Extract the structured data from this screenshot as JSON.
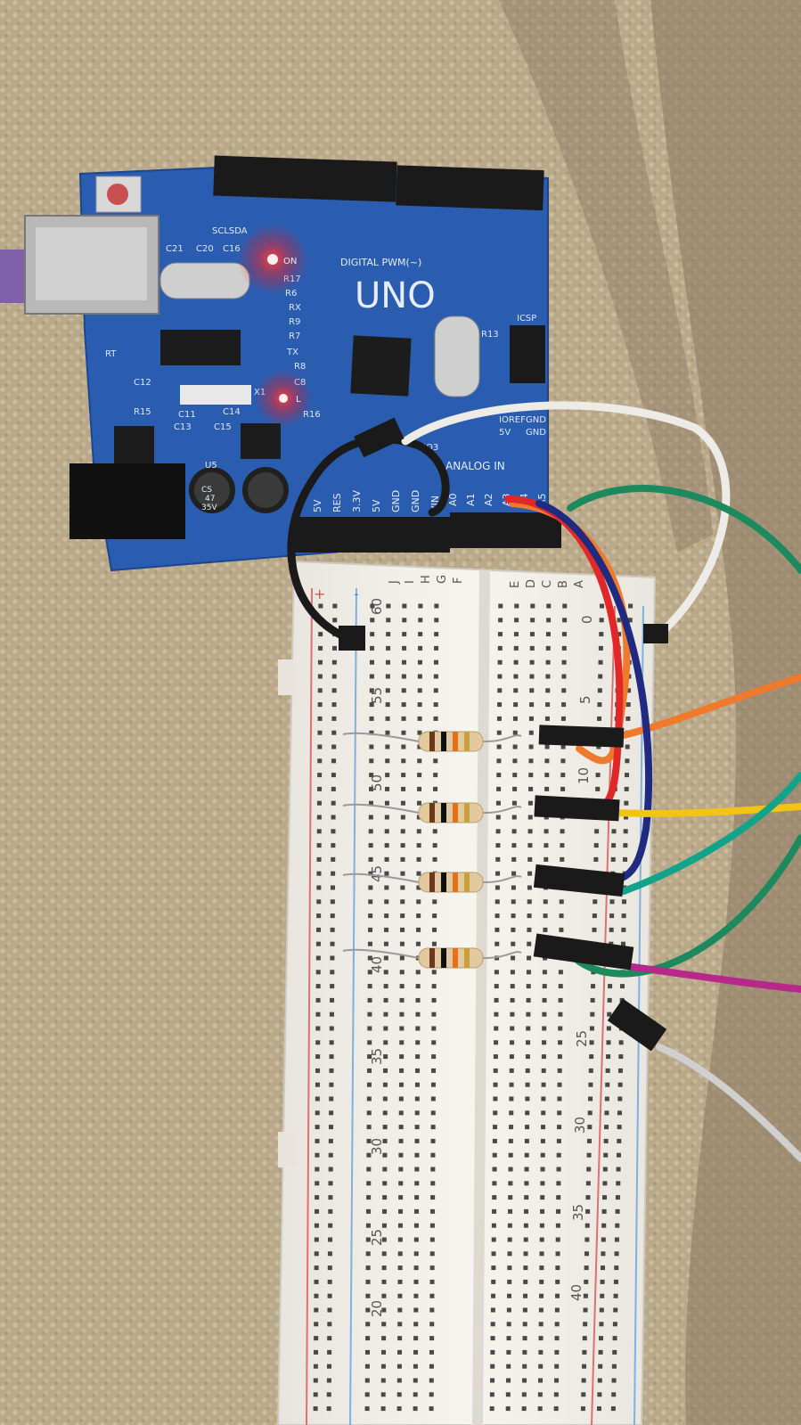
{
  "board": {
    "model_label": "UNO",
    "digital_label": "DIGITAL PWM(~)",
    "analog_label": "ANALOG IN",
    "i2c_label": "SCLSDA",
    "power_pins": [
      "5V",
      "RES",
      "3.3V",
      "5V",
      "GND",
      "GND",
      "VIN"
    ],
    "analog_pins": [
      "A0",
      "A1",
      "A2",
      "A3",
      "A4",
      "A5"
    ],
    "leds": [
      "ON",
      "L"
    ],
    "component_labels": [
      "C21",
      "C20",
      "C16",
      "R17",
      "R6",
      "RX",
      "R9",
      "R7",
      "TX",
      "R8",
      "C8",
      "R16",
      "C12",
      "R15",
      "C11",
      "C13",
      "C14",
      "C15",
      "U5",
      "X1",
      "R13",
      "ICSP",
      "RT",
      "IOREF",
      "5V",
      "GND",
      "IO3",
      "GND"
    ],
    "capacitor_marks": [
      "CS",
      "47",
      "35V"
    ]
  },
  "breadboard": {
    "row_numbers": [
      "60",
      "55",
      "50",
      "45",
      "40",
      "35",
      "30",
      "25",
      "20"
    ],
    "right_row_numbers": [
      "0",
      "5",
      "10",
      "25",
      "30",
      "35",
      "40"
    ],
    "column_letters_left": [
      "F",
      "G",
      "H",
      "I",
      "J"
    ],
    "column_letters_right": [
      "E",
      "D",
      "C",
      "B",
      "A"
    ],
    "rail_marks": [
      "+",
      "-"
    ]
  },
  "components": {
    "resistor_count": 4,
    "resistor_bands": [
      "brown",
      "black",
      "orange",
      "gold"
    ]
  },
  "wires": {
    "colors": {
      "black": "#1a1a1a",
      "white": "#ecebe6",
      "green": "#1c8a5e",
      "orange": "#f07a2c",
      "red": "#e02828",
      "blue": "#1f2a80",
      "yellow": "#f2c415",
      "teal": "#13a38a",
      "magenta": "#b8288a",
      "grey": "#cfcfcf"
    }
  },
  "colors": {
    "carpet": "#b8a888",
    "board_blue": "#2a5db0",
    "breadboard": "#f1efe9",
    "rail_red": "#e07070",
    "rail_blue": "#7fb0e0",
    "led_red": "#ff3030"
  }
}
